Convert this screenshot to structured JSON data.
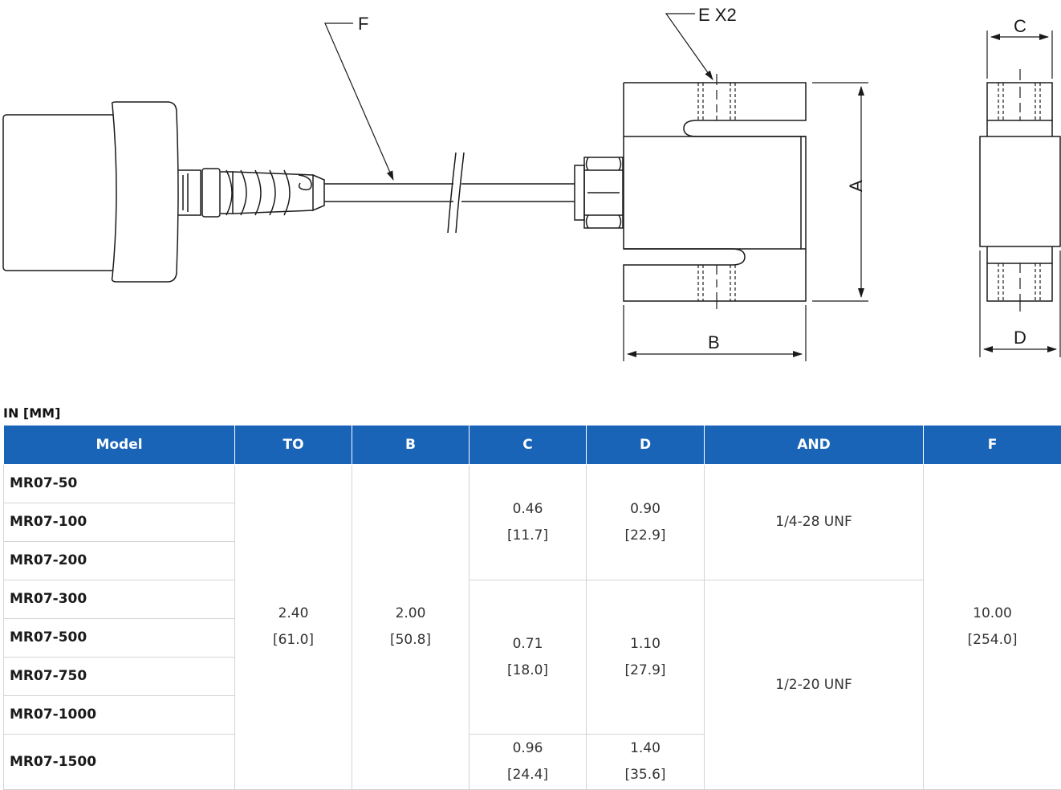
{
  "drawing": {
    "labels": {
      "f": "F",
      "e": "E X2",
      "a": "A",
      "b": "B",
      "c": "C",
      "d": "D"
    }
  },
  "table": {
    "units_label": "IN [MM]",
    "headers": [
      "Model",
      "TO",
      "B",
      "C",
      "D",
      "AND",
      "F"
    ],
    "models": [
      "MR07-50",
      "MR07-100",
      "MR07-200",
      "MR07-300",
      "MR07-500",
      "MR07-750",
      "MR07-1000",
      "MR07-1500"
    ],
    "to": {
      "in": "2.40",
      "mm": "[61.0]"
    },
    "b": {
      "in": "2.00",
      "mm": "[50.8]"
    },
    "c_groups": [
      {
        "in": "0.46",
        "mm": "[11.7]"
      },
      {
        "in": "0.71",
        "mm": "[18.0]"
      },
      {
        "in": "0.96",
        "mm": "[24.4]"
      }
    ],
    "d_groups": [
      {
        "in": "0.90",
        "mm": "[22.9]"
      },
      {
        "in": "1.10",
        "mm": "[27.9]"
      },
      {
        "in": "1.40",
        "mm": "[35.6]"
      }
    ],
    "thread_groups": [
      "1/4-28 UNF",
      "1/2-20 UNF"
    ],
    "f": {
      "in": "10.00",
      "mm": "[254.0]"
    }
  },
  "colors": {
    "header_bg": "#1a64b8",
    "header_text": "#ffffff",
    "border": "#d4d4d4"
  }
}
